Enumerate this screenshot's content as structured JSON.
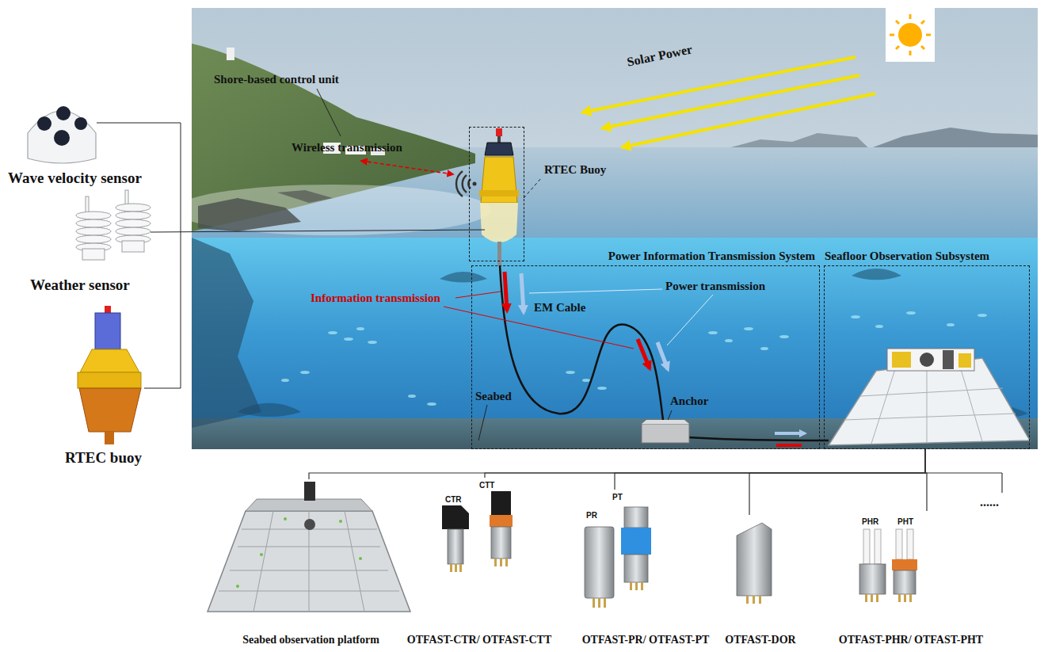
{
  "diagram": {
    "nodes": [
      {
        "text": [
          "RTEC Buoy"
        ]
      },
      {
        "text": [
          "Power Information Transmission System"
        ]
      },
      {
        "text": [
          "Seafloor Observation Subsystem"
        ]
      },
      {
        "text": [
          "Seabed observation platform"
        ]
      },
      {
        "text": [
          "CTR",
          "CTT",
          "OTFAST-CTR/ OTFAST-CTT"
        ]
      },
      {
        "text": [
          "PR",
          "PT",
          "OTFAST-PR/ OTFAST-PT"
        ]
      },
      {
        "text": [
          "OTFAST-DOR"
        ]
      },
      {
        "text": [
          "PHR",
          "PHT",
          "OTFAST-PHR/ OTFAST-PHT"
        ]
      }
    ],
    "edges": [
      {
        "from": 2,
        "to": 3,
        "arrow": "none"
      },
      {
        "from": 2,
        "to": 4,
        "arrow": "none"
      },
      {
        "from": 2,
        "to": 5,
        "arrow": "none"
      },
      {
        "from": 2,
        "to": 6,
        "arrow": "none"
      },
      {
        "from": 2,
        "to": 7,
        "arrow": "none"
      }
    ],
    "labels": [
      "Wave velocity sensor",
      "Weather sensor",
      "RTEC buoy",
      "Shore-based control unit",
      "Wireless transmission",
      "Solar Power",
      "Information transmission",
      "EM Cable",
      "Power transmission",
      "Anchor",
      "Seabed",
      "......"
    ]
  }
}
